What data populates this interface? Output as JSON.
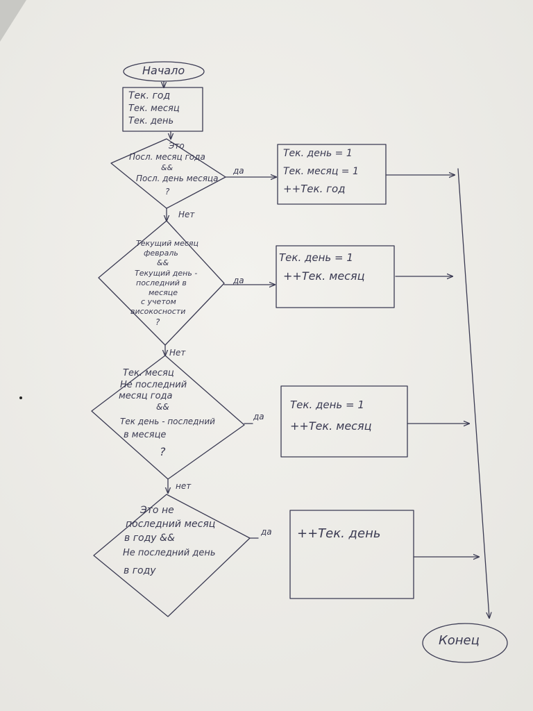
{
  "diagram": {
    "colors": {
      "paper": "#f1f0ec",
      "ink": "#3a3a52",
      "background": "#d8d8d4"
    },
    "start": {
      "label": "Начало"
    },
    "init": {
      "lines": [
        "Тек. год",
        "Тек. месяц",
        "Тек. день"
      ]
    },
    "d1": {
      "lines": [
        "Это",
        "Посл. месяц года",
        "&&",
        "Посл. день месяца",
        "?"
      ],
      "yes": "да",
      "no": "Нет",
      "action": [
        "Тек. день = 1",
        "Тек. месяц = 1",
        "++Тек. год"
      ]
    },
    "d2": {
      "lines": [
        "Текущий месяц",
        "февраль",
        "&&",
        "Текущий день -",
        "последний в",
        "месяце",
        "с учетом",
        "високосности",
        "?"
      ],
      "yes": "да",
      "no": "Нет",
      "action": [
        "Тек. день = 1",
        "++Тек. месяц"
      ]
    },
    "d3": {
      "lines": [
        "Тек. месяц",
        "Не последний",
        "месяц года",
        "&&",
        "Тек день - последний",
        "в месяце",
        "?"
      ],
      "yes": "да",
      "no": "нет",
      "action": [
        "Тек. день = 1",
        "++Тек. месяц"
      ]
    },
    "d4": {
      "lines": [
        "Это не",
        "последний месяц",
        "в году &&",
        "Не последний день",
        "в году"
      ],
      "yes": "да",
      "action": [
        "++Тек. день"
      ]
    },
    "end": {
      "label": "Конец"
    }
  }
}
